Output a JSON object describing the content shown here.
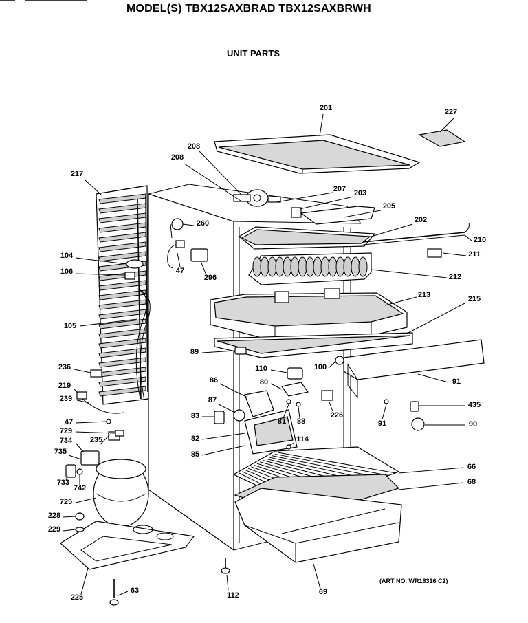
{
  "header": {
    "title": "MODEL(S) TBX12SAXBRAD  TBX12SAXBRWH",
    "section": "UNIT PARTS",
    "art_no": "(ART NO. WR18316 C2)"
  },
  "callouts": [
    {
      "id": "201",
      "label": "201"
    },
    {
      "id": "227",
      "label": "227"
    },
    {
      "id": "208a",
      "label": "208"
    },
    {
      "id": "208b",
      "label": "208"
    },
    {
      "id": "217",
      "label": "217"
    },
    {
      "id": "207",
      "label": "207"
    },
    {
      "id": "203",
      "label": "203"
    },
    {
      "id": "205",
      "label": "205"
    },
    {
      "id": "260",
      "label": "260"
    },
    {
      "id": "202",
      "label": "202"
    },
    {
      "id": "210",
      "label": "210"
    },
    {
      "id": "47a",
      "label": "47"
    },
    {
      "id": "211",
      "label": "211"
    },
    {
      "id": "104",
      "label": "104"
    },
    {
      "id": "106",
      "label": "106"
    },
    {
      "id": "296",
      "label": "296"
    },
    {
      "id": "212",
      "label": "212"
    },
    {
      "id": "213",
      "label": "213"
    },
    {
      "id": "215",
      "label": "215"
    },
    {
      "id": "105",
      "label": "105"
    },
    {
      "id": "89",
      "label": "89"
    },
    {
      "id": "236",
      "label": "236"
    },
    {
      "id": "110",
      "label": "110"
    },
    {
      "id": "100",
      "label": "100"
    },
    {
      "id": "86",
      "label": "86"
    },
    {
      "id": "80",
      "label": "80"
    },
    {
      "id": "91a",
      "label": "91"
    },
    {
      "id": "219",
      "label": "219"
    },
    {
      "id": "239",
      "label": "239"
    },
    {
      "id": "87",
      "label": "87"
    },
    {
      "id": "435",
      "label": "435"
    },
    {
      "id": "47b",
      "label": "47"
    },
    {
      "id": "83",
      "label": "83"
    },
    {
      "id": "81",
      "label": "81"
    },
    {
      "id": "88",
      "label": "88"
    },
    {
      "id": "226",
      "label": "226"
    },
    {
      "id": "91b",
      "label": "91"
    },
    {
      "id": "90",
      "label": "90"
    },
    {
      "id": "729",
      "label": "729"
    },
    {
      "id": "734",
      "label": "734"
    },
    {
      "id": "235",
      "label": "235"
    },
    {
      "id": "82",
      "label": "82"
    },
    {
      "id": "114",
      "label": "114"
    },
    {
      "id": "735",
      "label": "735"
    },
    {
      "id": "85",
      "label": "85"
    },
    {
      "id": "66",
      "label": "66"
    },
    {
      "id": "733",
      "label": "733"
    },
    {
      "id": "742",
      "label": "742"
    },
    {
      "id": "68",
      "label": "68"
    },
    {
      "id": "725",
      "label": "725"
    },
    {
      "id": "228",
      "label": "228"
    },
    {
      "id": "229",
      "label": "229"
    },
    {
      "id": "225",
      "label": "225"
    },
    {
      "id": "63",
      "label": "63"
    },
    {
      "id": "112",
      "label": "112"
    },
    {
      "id": "69",
      "label": "69"
    }
  ]
}
